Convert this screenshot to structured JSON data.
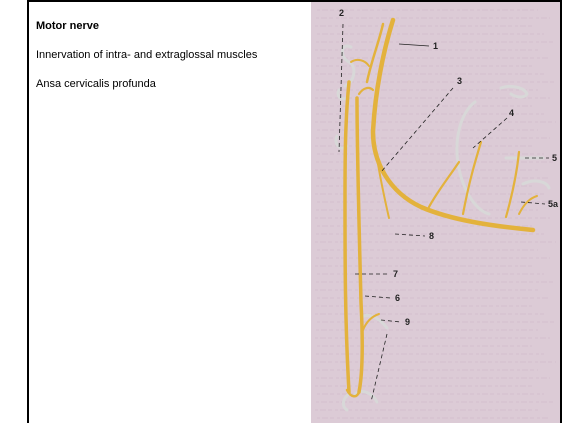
{
  "slide": {
    "title": "Motor nerve",
    "lines": [
      "Innervation of intra- and extraglossal muscles",
      "Ansa cervicalis profunda"
    ]
  },
  "figure": {
    "labels": [
      "1",
      "2",
      "3",
      "4",
      "5",
      "5a",
      "6",
      "7",
      "8",
      "9"
    ],
    "colors": {
      "paper": "#dccbd6",
      "nerve": "#e3b23c",
      "nerve_edge": "#9a6a14",
      "vessel": "#d8d8d8",
      "leader": "#222222"
    }
  }
}
